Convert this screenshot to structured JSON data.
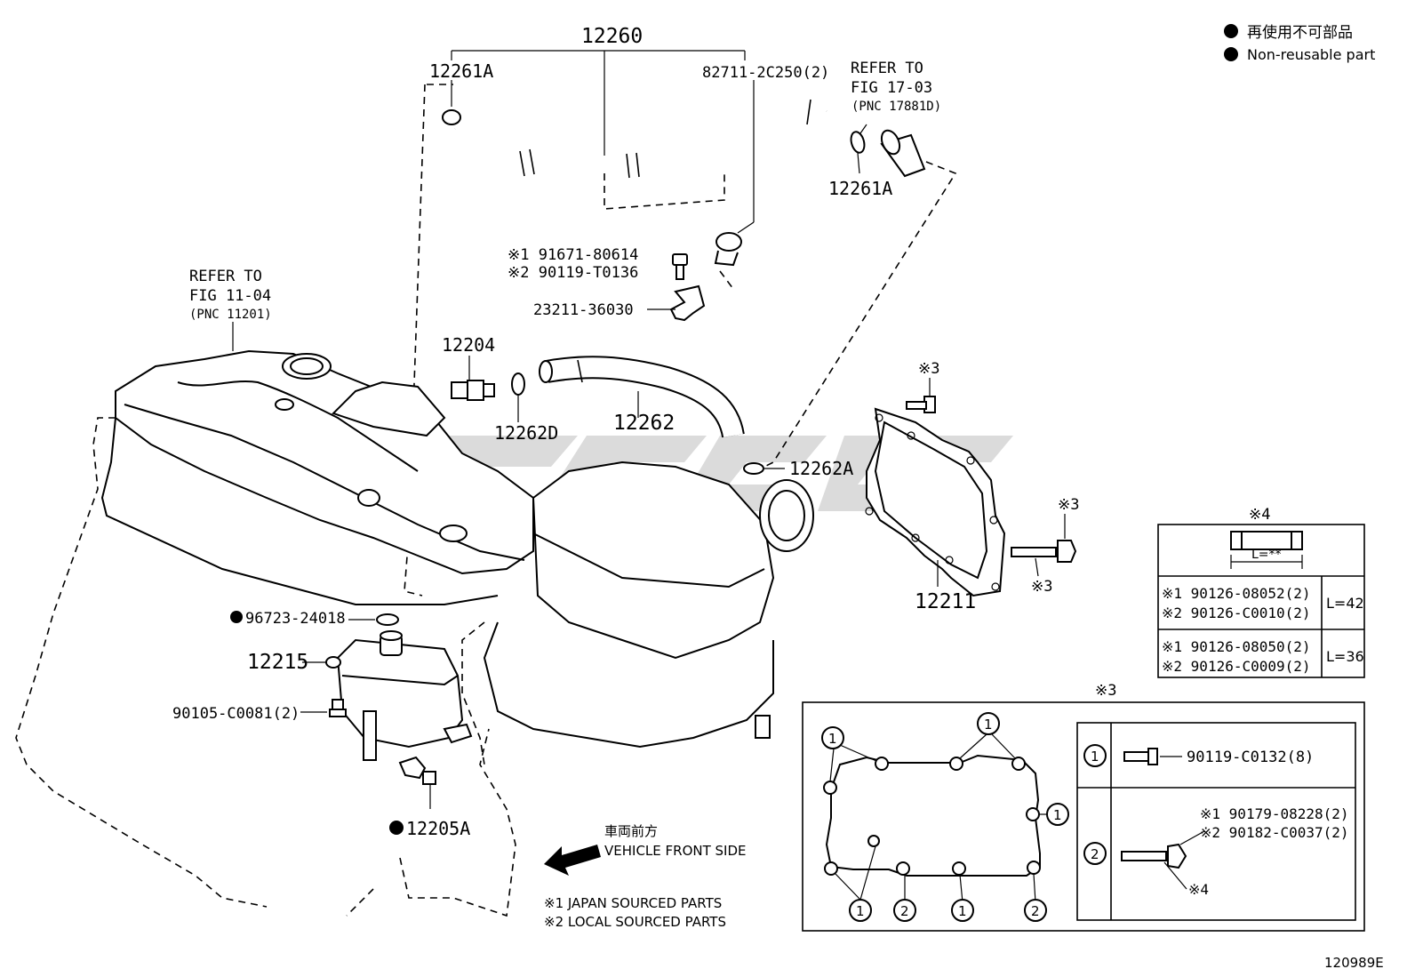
{
  "legend": {
    "jp": "再使用不可部品",
    "en": "Non-reusable part"
  },
  "diagram_id": "120989E",
  "notes": {
    "front_jp": "車両前方",
    "front_en": "VEHICLE FRONT SIDE",
    "source1": "※1 JAPAN SOURCED PARTS",
    "source2": "※2 LOCAL SOURCED PARTS"
  },
  "refs": {
    "r1_l1": "REFER TO",
    "r1_l2": "FIG 11-04",
    "r1_l3": "(PNC 11201)",
    "r2_l1": "REFER TO",
    "r2_l2": "FIG 17-03",
    "r2_l3": "(PNC 17881D)"
  },
  "parts": {
    "p12260": "12260",
    "p12261A_a": "12261A",
    "p12261A_b": "12261A",
    "p82711": "82711-2C250(2)",
    "bolt1": "※1 91671-80614",
    "bolt2": "※2 90119-T0136",
    "p23211": "23211-36030",
    "p12204": "12204",
    "p12262D": "12262D",
    "p12262": "12262",
    "p12262A": "12262A",
    "p96723": "96723-24018",
    "p12215": "12215",
    "p90105": "90105-C0081(2)",
    "p12205A": "12205A",
    "p12211": "12211",
    "m3a": "※3",
    "m3b": "※3",
    "m3c": "※3"
  },
  "table4": {
    "title": "※4",
    "dim": "L=**",
    "row1_a": "※1 90126-08052(2)",
    "row1_b": "※2 90126-C0010(2)",
    "row1_len": "L=42",
    "row2_a": "※1 90126-08050(2)",
    "row2_b": "※2 90126-C0009(2)",
    "row2_len": "L=36"
  },
  "detail3": {
    "title": "※3",
    "n1": "1",
    "n2": "2",
    "row1_part": "90119-C0132(8)",
    "row2_a": "※1 90179-08228(2)",
    "row2_b": "※2 90182-C0037(2)",
    "row2_c": "※4"
  }
}
